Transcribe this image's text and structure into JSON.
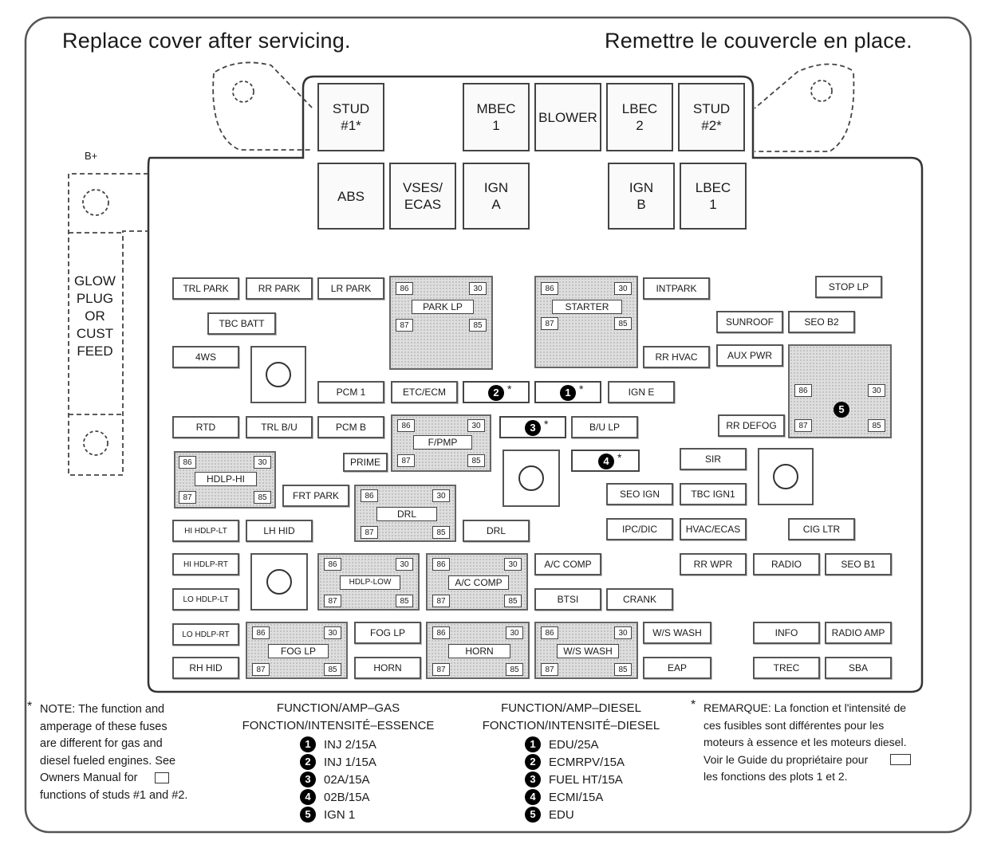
{
  "header": {
    "left": "Replace cover after servicing.",
    "right": "Remettre le couvercle en place."
  },
  "b_plus": "B+",
  "side_label": "GLOW\nPLUG\nOR\nCUST\nFEED",
  "top_row": [
    "STUD\n#1*",
    "MBEC\n1",
    "BLOWER",
    "LBEC\n2",
    "STUD\n#2*"
  ],
  "second_row": [
    "ABS",
    "VSES/\nECAS",
    "IGN\nA",
    "IGN\nB",
    "LBEC\n1"
  ],
  "fuses": [
    "TRL PARK",
    "RR PARK",
    "LR PARK",
    "INTPARK",
    "STOP LP",
    "TBC BATT",
    "SUNROOF",
    "SEO B2",
    "4WS",
    "RR HVAC",
    "AUX PWR",
    "PCM 1",
    "ETC/ECM",
    "IGN E",
    "RTD",
    "TRL B/U",
    "PCM B",
    "B/U LP",
    "RR DEFOG",
    "PRIME",
    "SIR",
    "FRT PARK",
    "SEO IGN",
    "TBC IGN1",
    "HI HDLP-LT",
    "LH HID",
    "DRL",
    "IPC/DIC",
    "HVAC/ECAS",
    "CIG LTR",
    "HI HDLP-RT",
    "A/C COMP",
    "RR WPR",
    "RADIO",
    "SEO B1",
    "LO HDLP-LT",
    "BTSI",
    "CRANK",
    "LO HDLP-RT",
    "FOG LP",
    "W/S WASH",
    "INFO",
    "RADIO AMP",
    "RH HID",
    "HORN",
    "EAP",
    "TREC",
    "SBA"
  ],
  "relays": [
    "PARK LP",
    "STARTER",
    "F/PMP",
    "HDLP-HI",
    "DRL",
    "HDLP-LOW",
    "A/C COMP",
    "FOG LP",
    "HORN",
    "W/S WASH"
  ],
  "relay_pins": [
    "86",
    "30",
    "87",
    "85"
  ],
  "markers": [
    "2",
    "1",
    "3",
    "4"
  ],
  "marker_star": "*",
  "relay5_num": "5",
  "note_left": "NOTE: The function and\namperage of these fuses\nare different for gas and\ndiesel fueled engines. See\nOwners Manual      for\nfunctions of studs #1 and #2.",
  "note_left_star": "*",
  "gas": {
    "header": "FUNCTION/AMP–GAS\nFONCTION/INTENSITÉ–ESSENCE",
    "items": [
      {
        "n": "1",
        "t": "INJ 2/15A"
      },
      {
        "n": "2",
        "t": "INJ 1/15A"
      },
      {
        "n": "3",
        "t": "02A/15A"
      },
      {
        "n": "4",
        "t": "02B/15A"
      },
      {
        "n": "5",
        "t": "IGN 1"
      }
    ]
  },
  "diesel": {
    "header": "FUNCTION/AMP–DIESEL\nFONCTION/INTENSITÉ–DIESEL",
    "items": [
      {
        "n": "1",
        "t": "EDU/25A"
      },
      {
        "n": "2",
        "t": "ECMRPV/15A"
      },
      {
        "n": "3",
        "t": "FUEL HT/15A"
      },
      {
        "n": "4",
        "t": "ECMI/15A"
      },
      {
        "n": "5",
        "t": "EDU"
      }
    ]
  },
  "note_right": "REMARQUE: La fonction et l'intensité de\nces fusibles sont différentes pour les\nmoteurs à essence et les moteurs diesel.\nVoir le Guide du propriétaire        pour\nles fonctions des plots 1 et 2.",
  "note_right_star": "*"
}
